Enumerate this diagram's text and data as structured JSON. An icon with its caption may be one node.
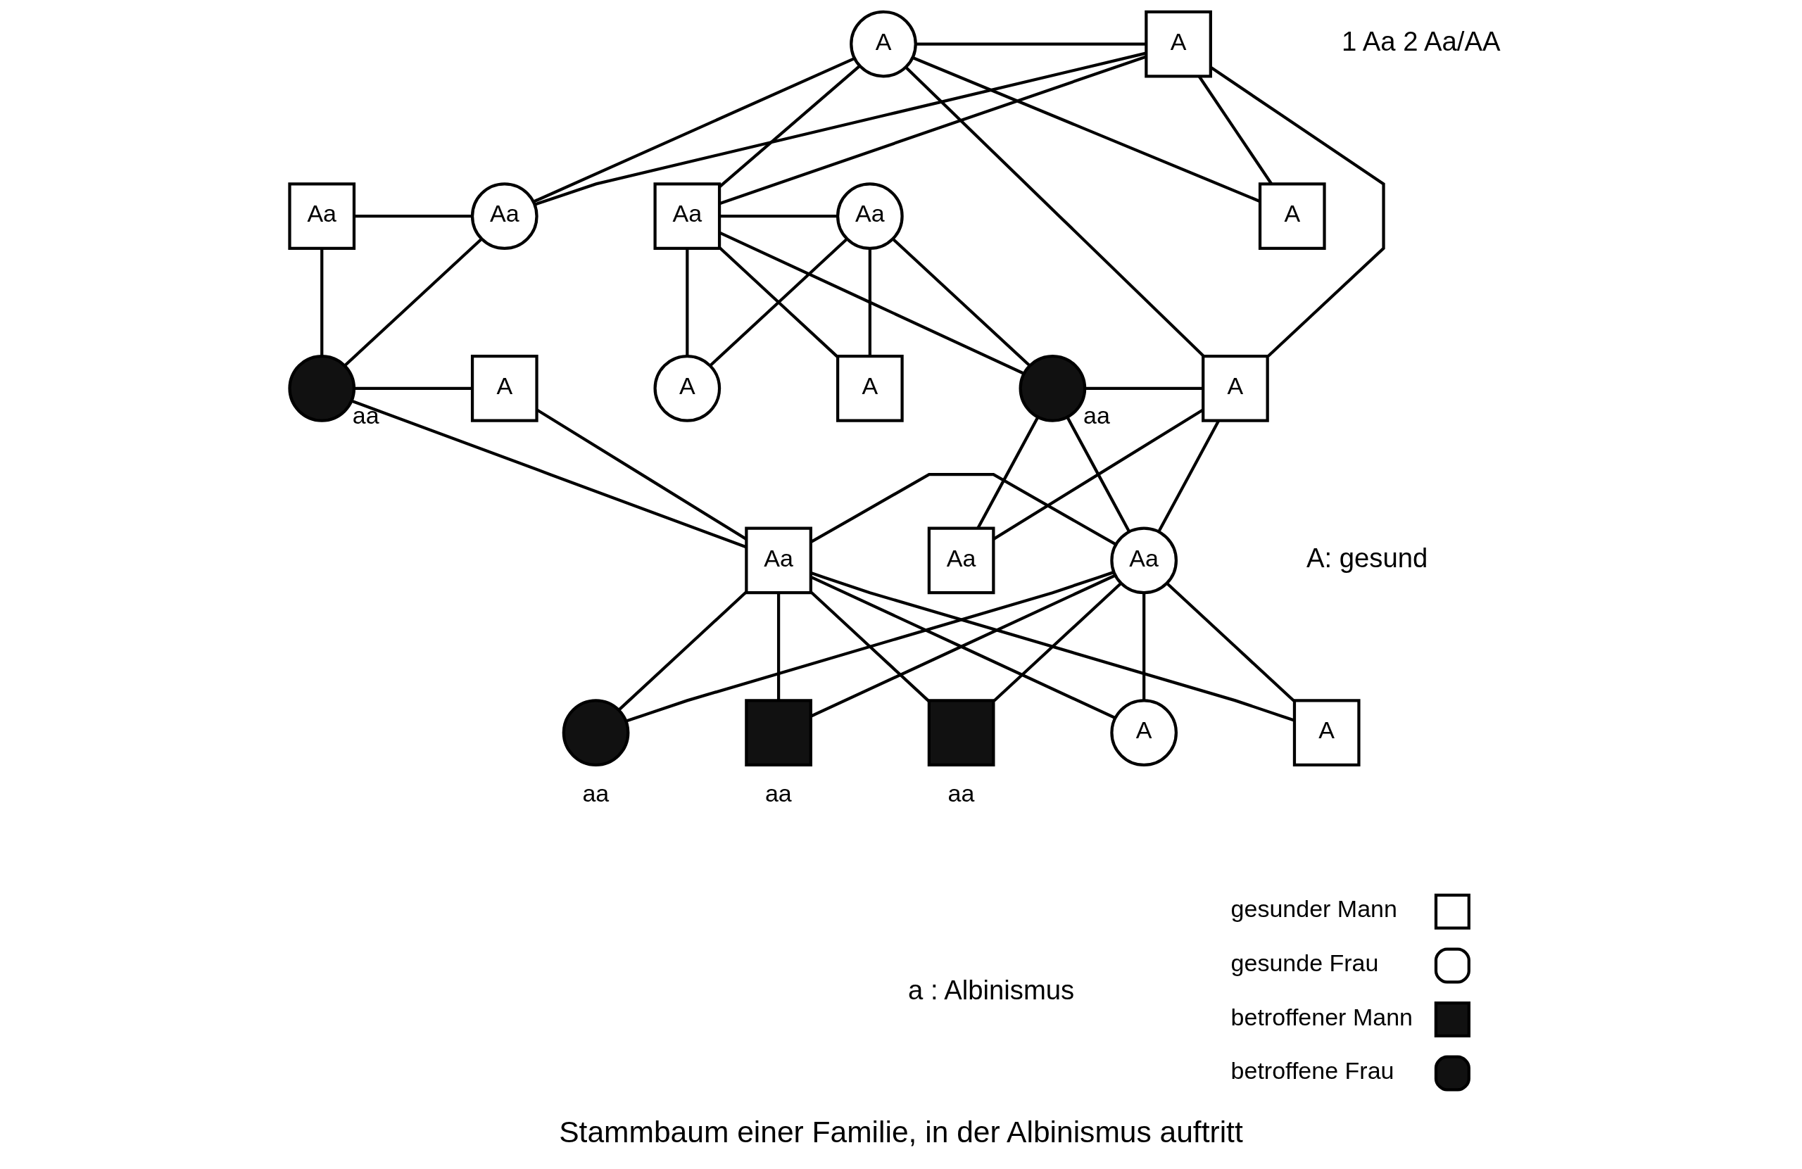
{
  "diagram": {
    "caption": "Stammbaum einer Familie, in der Albinismus auftritt",
    "nodes": [
      {
        "text": [
          "A"
        ]
      },
      {
        "text": [
          "A"
        ]
      },
      {
        "text": [
          "Aa"
        ]
      },
      {
        "text": [
          "Aa"
        ]
      },
      {
        "text": [
          "A"
        ]
      },
      {
        "text": [
          "Aa"
        ]
      },
      {
        "text": [
          "Aa"
        ]
      },
      {
        "text": [
          "A"
        ]
      },
      {
        "text": [
          "A"
        ]
      },
      {
        "text": [],
        "shape": "circle",
        "beside": [
          "aa"
        ]
      },
      {
        "text": [
          "A"
        ]
      },
      {
        "text": [],
        "shape": "circle",
        "beside": [
          "aa"
        ]
      },
      {
        "text": [
          "A"
        ]
      },
      {
        "text": [
          "Aa"
        ]
      },
      {
        "text": [
          "Aa"
        ]
      },
      {
        "text": [
          "Aa"
        ]
      },
      {
        "text": [],
        "shape": "box",
        "beside": [
          "aa"
        ]
      },
      {
        "text": [],
        "shape": "box",
        "beside": [
          "aa"
        ]
      },
      {
        "text": [
          "A"
        ]
      },
      {
        "text": [
          "A"
        ]
      },
      {
        "text": [],
        "shape": "circle",
        "beside": [
          "aa"
        ]
      }
    ],
    "edges": [
      {
        "from": 0,
        "to": 1,
        "arrow": "none"
      },
      {
        "from": 0,
        "to": 2,
        "arrow": "none"
      },
      {
        "from": 1,
        "to": 2,
        "arrow": "none"
      },
      {
        "from": 0,
        "to": 4,
        "arrow": "none"
      },
      {
        "from": 1,
        "to": 4,
        "arrow": "none"
      },
      {
        "from": 0,
        "to": 5,
        "arrow": "none"
      },
      {
        "from": 1,
        "to": 5,
        "arrow": "none"
      },
      {
        "from": 0,
        "to": 7,
        "arrow": "none"
      },
      {
        "from": 1,
        "to": 7,
        "arrow": "none"
      },
      {
        "from": 2,
        "to": 3,
        "arrow": "none"
      },
      {
        "from": 2,
        "to": 8,
        "arrow": "none"
      },
      {
        "from": 3,
        "to": 8,
        "arrow": "none"
      },
      {
        "from": 2,
        "to": 9,
        "arrow": "none"
      },
      {
        "from": 3,
        "to": 9,
        "arrow": "none"
      },
      {
        "from": 2,
        "to": 10,
        "arrow": "none"
      },
      {
        "from": 3,
        "to": 10,
        "arrow": "none"
      },
      {
        "from": 5,
        "to": 6,
        "arrow": "none"
      },
      {
        "from": 5,
        "to": 11,
        "arrow": "none"
      },
      {
        "from": 6,
        "to": 11,
        "arrow": "none"
      },
      {
        "from": 9,
        "to": 4,
        "arrow": "none"
      },
      {
        "from": 9,
        "to": 13,
        "arrow": "none"
      },
      {
        "from": 4,
        "to": 13,
        "arrow": "none"
      },
      {
        "from": 9,
        "to": 14,
        "arrow": "none"
      },
      {
        "from": 4,
        "to": 14,
        "arrow": "none"
      },
      {
        "from": 11,
        "to": 12,
        "arrow": "none"
      },
      {
        "from": 11,
        "to": 15,
        "arrow": "none"
      },
      {
        "from": 12,
        "to": 15,
        "arrow": "none"
      },
      {
        "from": 13,
        "to": 15,
        "arrow": "none"
      },
      {
        "from": 13,
        "to": 16,
        "arrow": "none"
      },
      {
        "from": 15,
        "to": 16,
        "arrow": "none"
      },
      {
        "from": 13,
        "to": 17,
        "arrow": "none"
      },
      {
        "from": 15,
        "to": 17,
        "arrow": "none"
      },
      {
        "from": 13,
        "to": 18,
        "arrow": "none"
      },
      {
        "from": 15,
        "to": 18,
        "arrow": "none"
      },
      {
        "from": 13,
        "to": 19,
        "arrow": "none"
      },
      {
        "from": 15,
        "to": 19,
        "arrow": "none"
      },
      {
        "from": 13,
        "to": 20,
        "arrow": "none"
      },
      {
        "from": 15,
        "to": 20,
        "arrow": "none"
      }
    ],
    "labels": [
      "1 Aa 2 Aa/AA",
      "a : Albinismus",
      "A: gesund"
    ],
    "legend": [
      {
        "text": "gesunder Mann"
      },
      {
        "text": "gesunde Frau"
      },
      {
        "text": "betroffener Mann"
      },
      {
        "text": "betroffene Frau"
      }
    ]
  }
}
